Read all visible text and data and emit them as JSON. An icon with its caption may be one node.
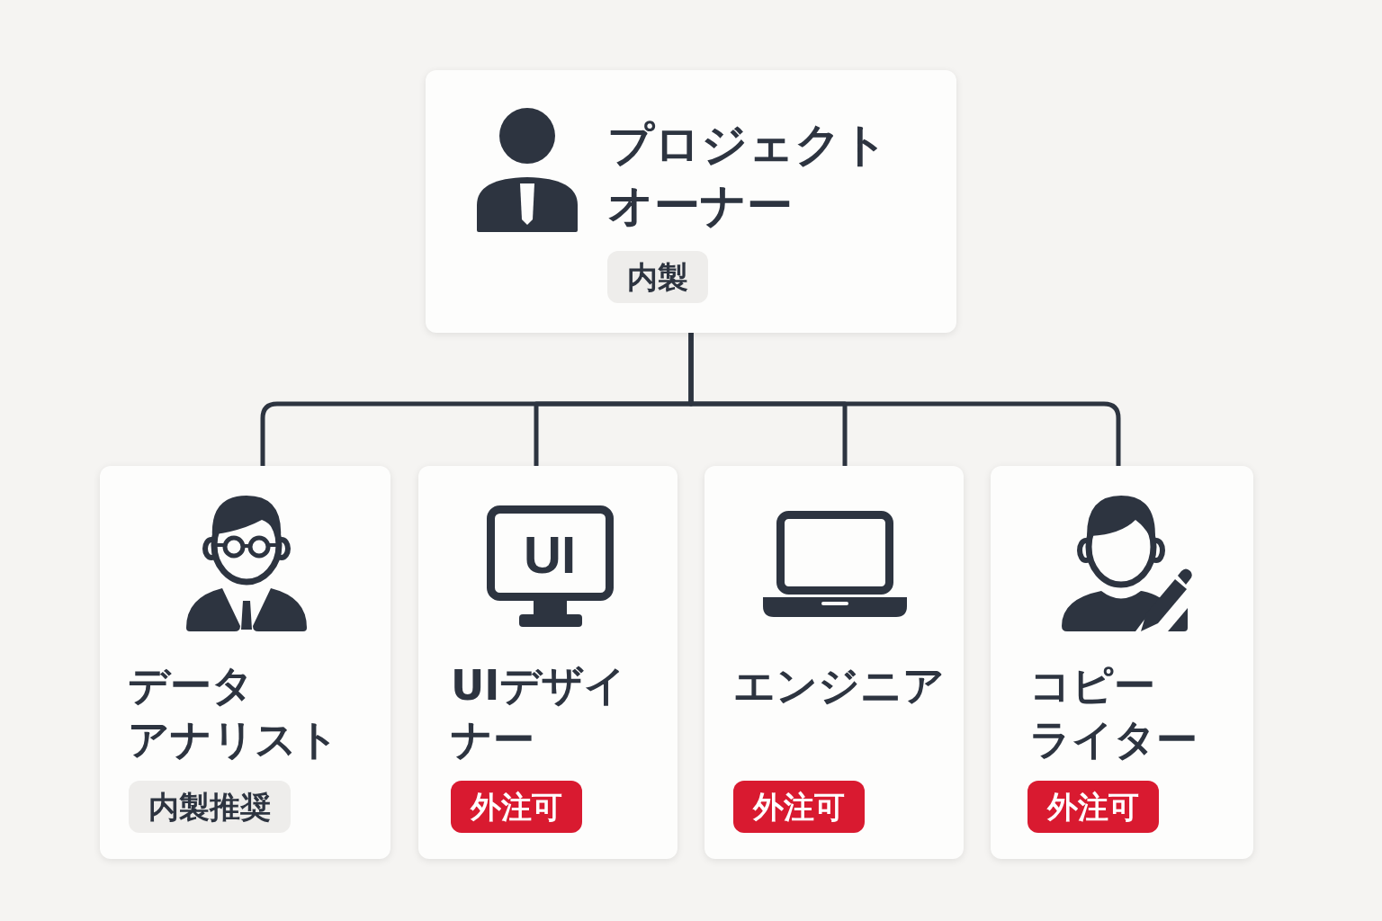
{
  "diagram": {
    "nodes": [
      {
        "text": [
          "プロジェクトオーナー"
        ]
      },
      {
        "text": [
          "内製"
        ],
        "in": 0
      },
      {
        "text": [
          "データアナリスト"
        ]
      },
      {
        "text": [
          "内製推奨"
        ],
        "in": 2
      },
      {
        "text": [
          "UIデザイナー"
        ]
      },
      {
        "text": [
          "外注可"
        ],
        "in": 4
      },
      {
        "text": [
          "エンジニア"
        ]
      },
      {
        "text": [
          "外注可"
        ],
        "in": 6
      },
      {
        "text": [
          "コピーライター"
        ]
      },
      {
        "text": [
          "外注可"
        ],
        "in": 8
      }
    ],
    "edges": [
      {
        "from": 0,
        "to": 2,
        "arrow": "none"
      },
      {
        "from": 0,
        "to": 4,
        "arrow": "none"
      },
      {
        "from": 0,
        "to": 6,
        "arrow": "none"
      },
      {
        "from": 0,
        "to": 8,
        "arrow": "none"
      }
    ],
    "labels": [
      "UI"
    ]
  }
}
